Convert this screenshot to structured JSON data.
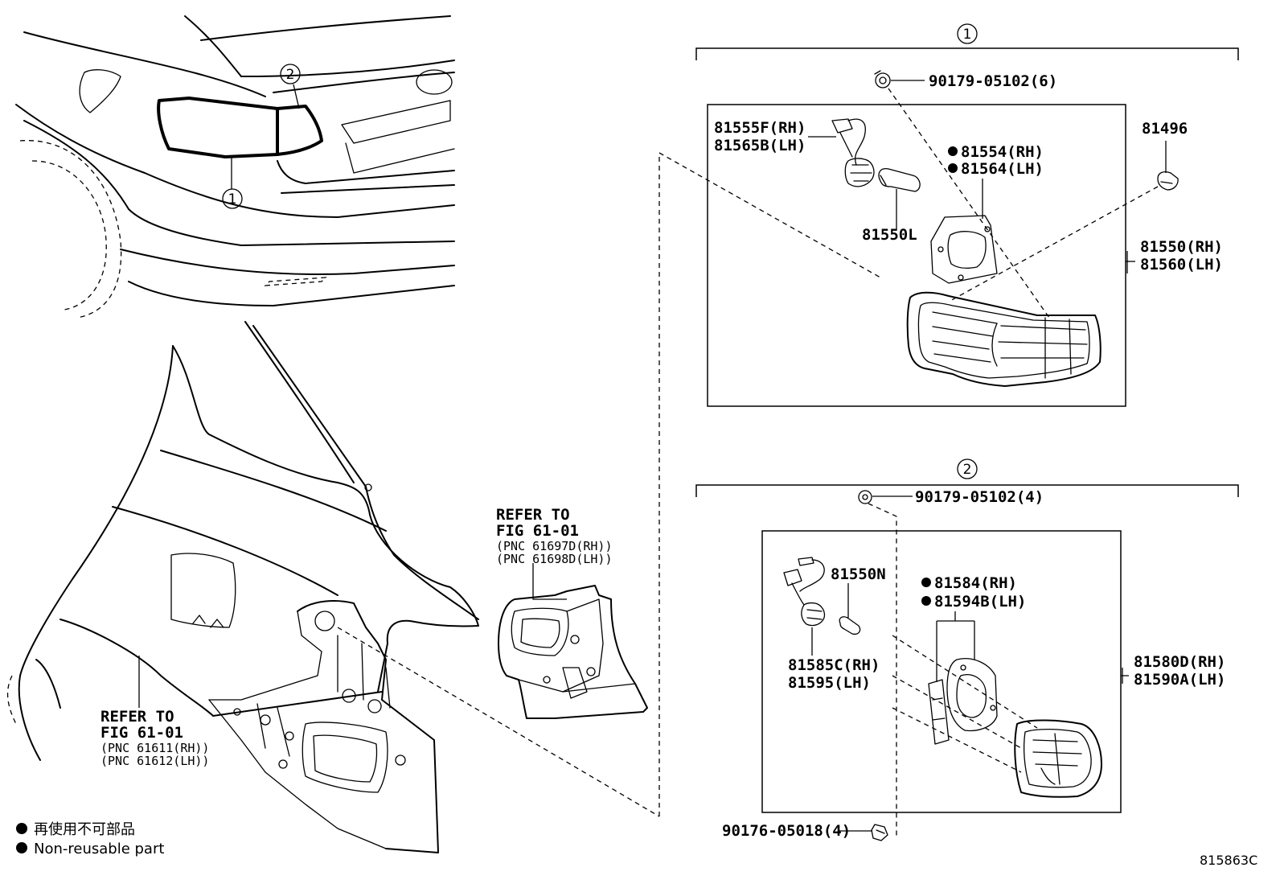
{
  "callouts": {
    "one": "1",
    "two": "2"
  },
  "group1": {
    "bolt": "90179-05102(6)",
    "socket_rh": "81555F(RH)",
    "socket_lh": "81565B(LH)",
    "bulb": "81550L",
    "gasket_rh": "81554(RH)",
    "gasket_lh": "81564(LH)",
    "clip": "81496",
    "lamp_rh": "81550(RH)",
    "lamp_lh": "81560(LH)"
  },
  "group2": {
    "bolt": "90179-05102(4)",
    "bulb": "81550N",
    "gasket_rh": "81584(RH)",
    "gasket_lh": "81594B(LH)",
    "socket_rh": "81585C(RH)",
    "socket_lh": "81595(LH)",
    "lamp_rh": "81580D(RH)",
    "lamp_lh": "81590A(LH)",
    "nut": "90176-05018(4)"
  },
  "refer_upper": {
    "line1": "REFER TO",
    "line2": "FIG 61-01",
    "line3": "(PNC 61697D(RH))",
    "line4": "(PNC 61698D(LH))"
  },
  "refer_lower": {
    "line1": "REFER TO",
    "line2": "FIG 61-01",
    "line3": "(PNC 61611(RH))",
    "line4": "(PNC 61612(LH))"
  },
  "legend": {
    "japanese": "再使用不可部品",
    "english": "Non-reusable part"
  },
  "drawing_code": "815863C"
}
